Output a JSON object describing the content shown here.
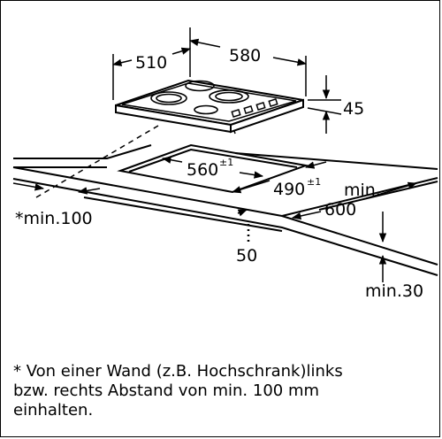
{
  "diagram": {
    "dimensions": {
      "depth_label": "510",
      "width_label": "580",
      "height_label": "45",
      "cutout_width_label": "560",
      "cutout_width_tol": "±1",
      "cutout_depth_label": "490",
      "cutout_depth_tol": "±1",
      "min_front_line1": "min.",
      "min_front_line2": "600",
      "wall_label": "*min.100",
      "gap_label": "50",
      "min_below_label": "min.30"
    },
    "footnote": {
      "line1": "* Von einer Wand (z.B. Hochschrank)links",
      "line2": "bzw. rechts Abstand von min. 100 mm",
      "line3": "einhalten."
    }
  }
}
